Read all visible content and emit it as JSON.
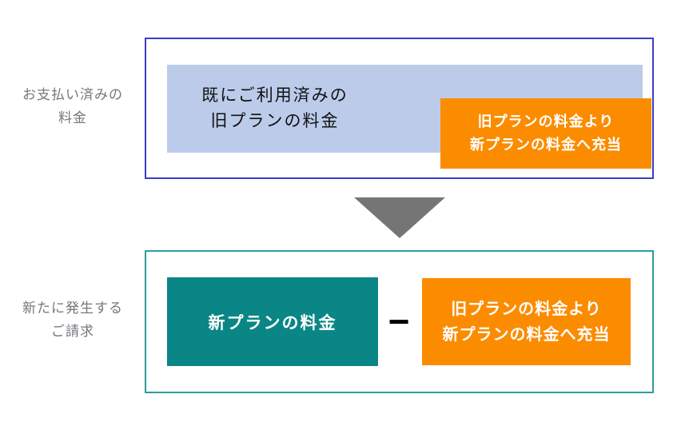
{
  "colors": {
    "light_blue_fill": "#bccbea",
    "orange_fill": "#fb8c00",
    "teal_fill": "#0b8686",
    "paid_box_border": "#3d3dc4",
    "new_box_border": "#2b9e9e",
    "arrow_gray": "#757575",
    "label_gray": "#76767e",
    "dark_text": "#111111",
    "white_text": "#ffffff"
  },
  "paid_section": {
    "label_line1": "お支払い済みの",
    "label_line2": "料金",
    "used_box_line1": "既にご利用済みの",
    "used_box_line2": "旧プランの料金",
    "applied_box_line1": "旧プランの料金より",
    "applied_box_line2": "新プランの料金へ充当"
  },
  "arrow": {
    "direction": "down"
  },
  "new_billing_section": {
    "label_line1": "新たに発生する",
    "label_line2": "ご請求",
    "new_plan_box": "新プランの料金",
    "minus_sign": "−",
    "applied_box_line1": "旧プランの料金より",
    "applied_box_line2": "新プランの料金へ充当"
  }
}
